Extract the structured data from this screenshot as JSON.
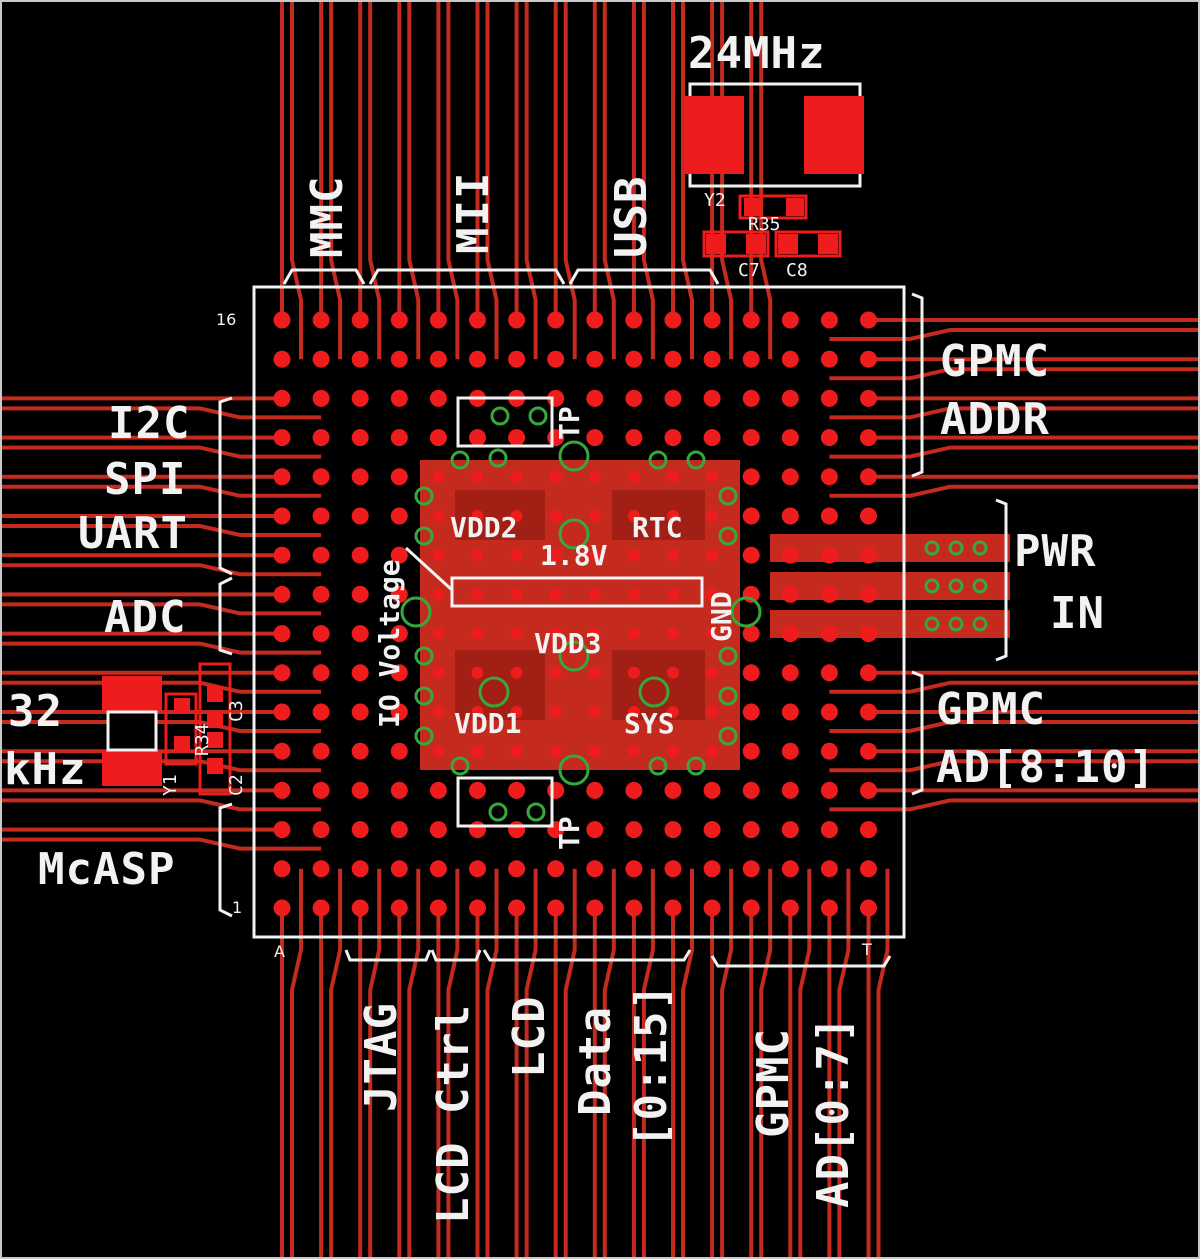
{
  "crystal_24": "24MHz",
  "crystal_32_line1": "32",
  "crystal_32_line2": "kHz",
  "top_groups": {
    "mmc": "MMC",
    "mii": "MII",
    "usb": "USB"
  },
  "left_groups": {
    "i2c": "I2C",
    "spi": "SPI",
    "uart": "UART",
    "adc": "ADC",
    "mcasp": "McASP"
  },
  "right_groups": {
    "gpmc": "GPMC",
    "addr": "ADDR",
    "pwr": "PWR",
    "in": "IN",
    "gpmc2": "GPMC",
    "ad810": "AD[8:10]"
  },
  "bottom_groups": {
    "jtag": "JTAG",
    "lcd_ctrl": "LCD Ctrl",
    "lcd": "LCD",
    "data": "Data",
    "data_range": "[0:15]",
    "gpmc": "GPMC",
    "ad07": "AD[0:7]"
  },
  "rails": {
    "vdd2": "VDD2",
    "rtc": "RTC",
    "v18": "1.8V",
    "vdd3": "VDD3",
    "vdd1": "VDD1",
    "sys": "SYS",
    "gnd": "GND",
    "io_voltage": "IO Voltage",
    "tp_top": "TP",
    "tp_bottom": "TP"
  },
  "refdes": {
    "y2": "Y2",
    "r35": "R35",
    "c7": "C7",
    "c8": "C8",
    "r34": "R34",
    "y1": "Y1",
    "c2": "C2",
    "c3": "C3"
  },
  "grid_labels": {
    "row16": "16",
    "row1": "1",
    "colA": "A",
    "colT": "T"
  },
  "colors": {
    "copper": "#c42a1e",
    "pad": "#ee1c1c",
    "silk": "#f2f2f2",
    "via": "#36a83c",
    "board": "#000000"
  }
}
